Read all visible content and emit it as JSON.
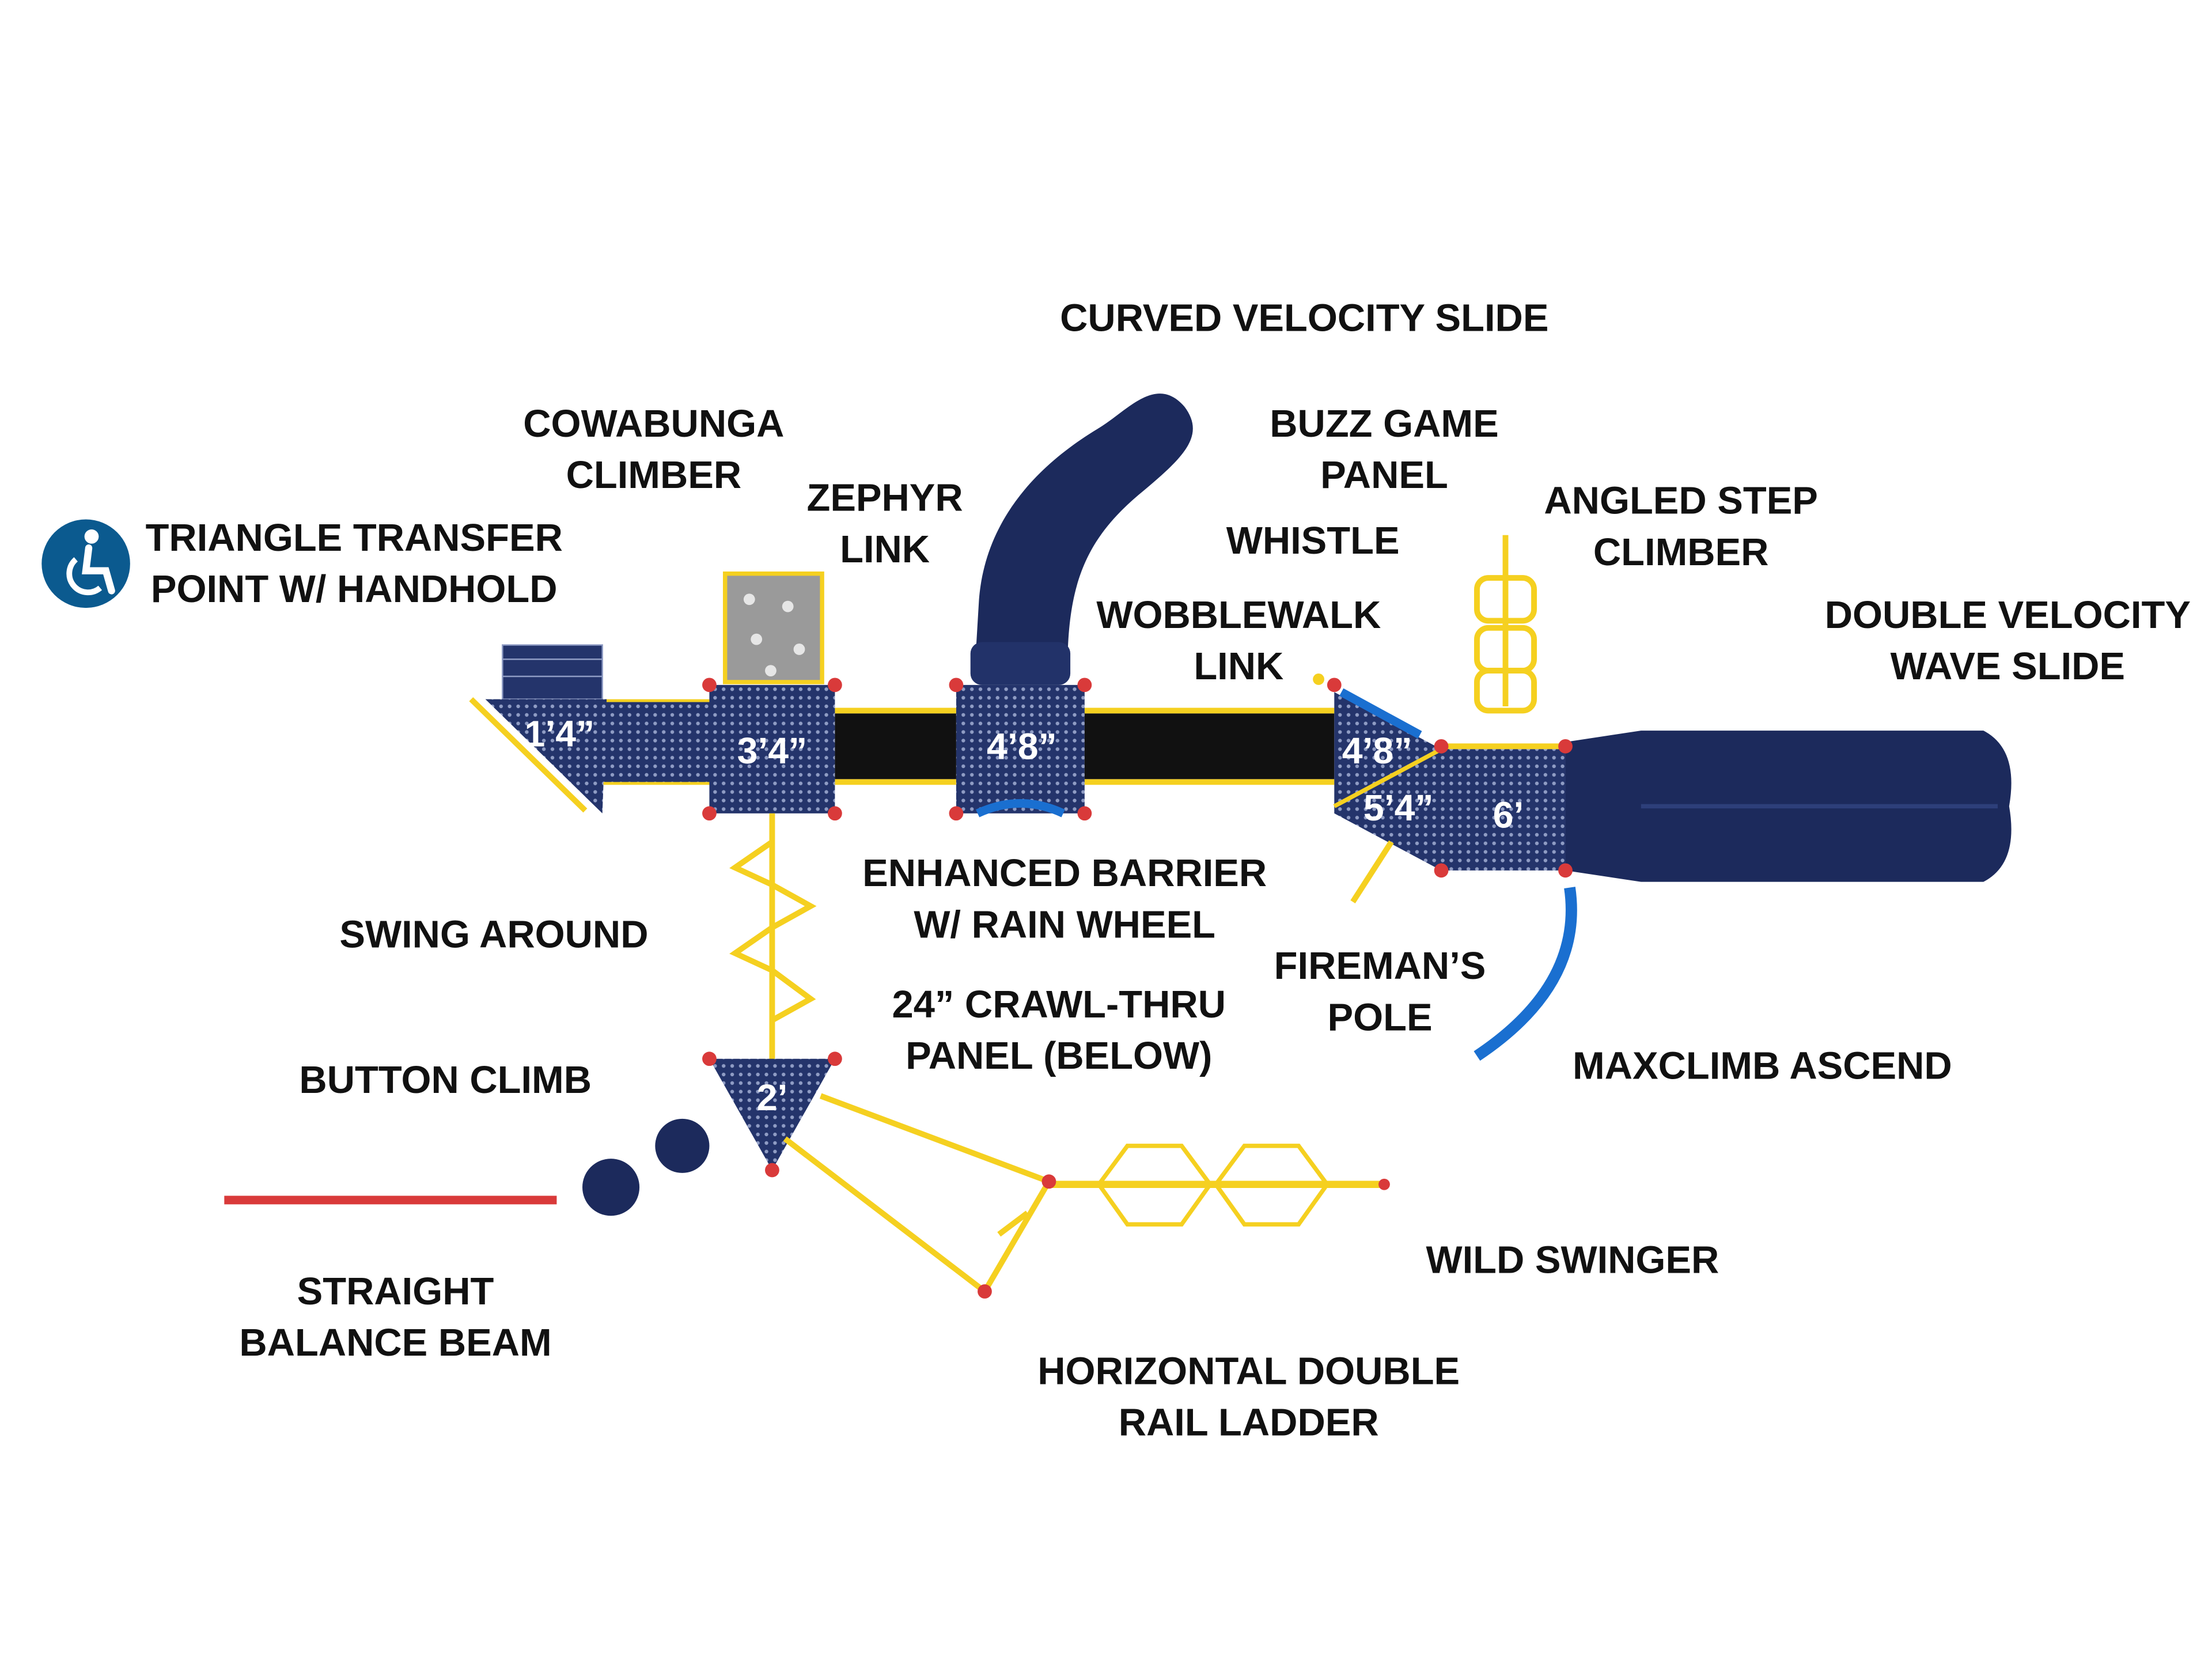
{
  "labels": {
    "curved_velocity_slide": "CURVED VELOCITY SLIDE",
    "cowabunga_1": "COWABUNGA",
    "cowabunga_2": "CLIMBER",
    "zephyr_1": "ZEPHYR",
    "zephyr_2": "LINK",
    "buzz_1": "BUZZ GAME",
    "buzz_2": "PANEL",
    "angled_1": "ANGLED STEP",
    "angled_2": "CLIMBER",
    "whistle": "WHISTLE",
    "triangle_transfer_1": "TRIANGLE TRANSFER",
    "triangle_transfer_2": "POINT W/ HANDHOLD",
    "wobblewalk_1": "WOBBLEWALK",
    "wobblewalk_2": "LINK",
    "double_velocity_1": "DOUBLE VELOCITY",
    "double_velocity_2": "WAVE SLIDE",
    "enhanced_barrier_1": "ENHANCED BARRIER",
    "enhanced_barrier_2": "W/ RAIN WHEEL",
    "swing_around": "SWING AROUND",
    "firemans_1": "FIREMAN’S",
    "firemans_2": "POLE",
    "crawl_thru_1": "24” CRAWL-THRU",
    "crawl_thru_2": "PANEL (BELOW)",
    "maxclimb": "MAXCLIMB ASCEND",
    "button_climb": "BUTTON CLIMB",
    "wild_swinger": "WILD SWINGER",
    "balance_beam_1": "STRAIGHT",
    "balance_beam_2": "BALANCE BEAM",
    "horizontal_ladder_1": "HORIZONTAL DOUBLE",
    "horizontal_ladder_2": "RAIL LADDER"
  },
  "decks": {
    "transfer": "1’4”",
    "deck_a": "3’4”",
    "deck_b": "4’8”",
    "deck_c": "4’8”",
    "deck_d": "5’4”",
    "deck_e": "6’",
    "deck_f": "2’"
  },
  "icons": {
    "accessibility": "accessibility-icon"
  },
  "colors": {
    "navy": "#1c2a5c",
    "yellow": "#f5d020",
    "red": "#d93a3a",
    "blue": "#1a6fd0",
    "access": "#0b5a8f"
  }
}
